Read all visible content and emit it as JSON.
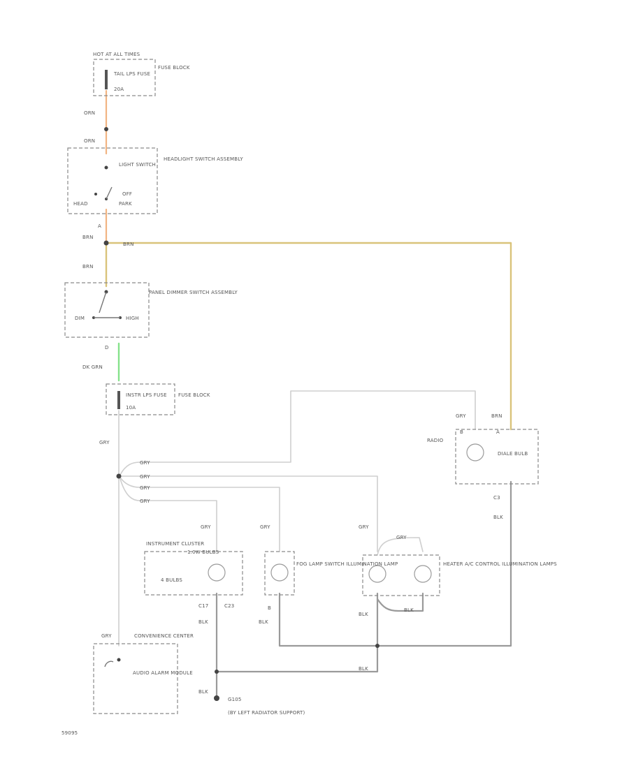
{
  "labels": {
    "hot_at_all_times": "HOT AT ALL TIMES",
    "fuse_block_1": "FUSE BLOCK",
    "tail_lps_fuse": "TAIL LPS FUSE",
    "tail_lps_fuse_amp": "20A",
    "wire_orn_1": "ORN",
    "wire_orn_2": "ORN",
    "headlight_switch": "HEADLIGHT SWITCH ASSEMBLY",
    "light_switch": "LIGHT SWITCH",
    "off": "OFF",
    "head": "HEAD",
    "park": "PARK",
    "conn_a": "A",
    "wire_brn_1": "BRN",
    "wire_brn_2": "BRN",
    "wire_brn_3": "BRN",
    "panel_dimmer": "PANEL DIMMER SWITCH ASSEMBLY",
    "dim": "DIM",
    "high": "HIGH",
    "conn_d": "D",
    "wire_dk_grn": "DK GRN",
    "fuse_block_2": "FUSE BLOCK",
    "instr_lps_fuse": "INSTR LPS FUSE",
    "instr_lps_fuse_amp": "10A",
    "wire_gry_main": "GRY",
    "wire_gry_1": "GRY",
    "wire_gry_2": "GRY",
    "wire_gry_3": "GRY",
    "wire_gry_4": "GRY",
    "wire_gry_radio": "GRY",
    "radio": "RADIO",
    "radio_pin_b": "B",
    "radio_pin_a": "A",
    "dial_bulb": "DIALE BULB",
    "radio_pin_c3": "C3",
    "wire_blk_radio": "BLK",
    "wire_gry_cluster": "GRY",
    "instrument_cluster": "INSTRUMENT CLUSTER",
    "bulbs_note": "1.0W BULBS",
    "bulbs_count": "4 BULBS",
    "cluster_c17": "C17",
    "cluster_c23": "C23",
    "wire_blk_cluster": "BLK",
    "wire_gry_fog": "GRY",
    "fog_lamp": "FOG LAMP SWITCH ILLUMINATION LAMP",
    "fog_pin_b": "B",
    "wire_blk_fog": "BLK",
    "wire_gry_heater": "GRY",
    "wire_gry_heater_jumper": "GRY",
    "heater": "HEATER A/C CONTROL ILLUMINATION LAMPS",
    "wire_blk_heater": "BLK",
    "wire_blk_heater_jumper": "BLK",
    "wire_blk_ground": "BLK",
    "wire_gry_conv": "GRY",
    "convenience_center": "CONVENIENCE CENTER",
    "audio_alarm": "AUDIO ALARM MODULE",
    "wire_blk_g105": "BLK",
    "ground": "G105",
    "ground_location": "(BY LEFT RADIATOR SUPPORT)",
    "diagram_id": "59095"
  },
  "colors": {
    "orange_wire": "#f2b482",
    "brown_wire": "#d9c37a",
    "green_wire": "#86e28a",
    "gray_wire": "#cfcfcf",
    "black_wire": "#9a9a9a"
  }
}
